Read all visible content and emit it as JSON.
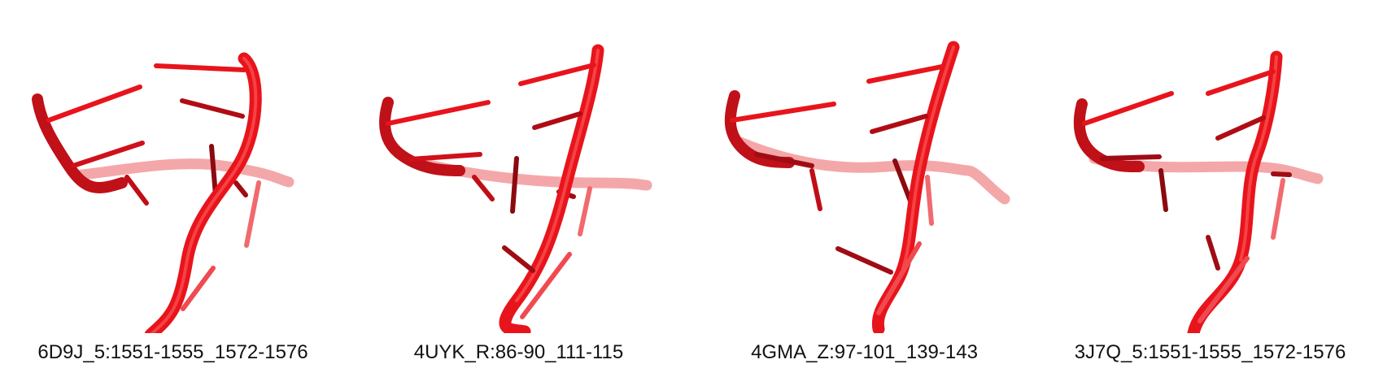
{
  "structure_color": "#e8141c",
  "panels": [
    {
      "label": "6D9J_5:1551-1555_1572-1576"
    },
    {
      "label": "4UYK_R:86-90_111-115"
    },
    {
      "label": "4GMA_Z:97-101_139-143"
    },
    {
      "label": "3J7Q_5:1551-1555_1572-1576"
    }
  ]
}
